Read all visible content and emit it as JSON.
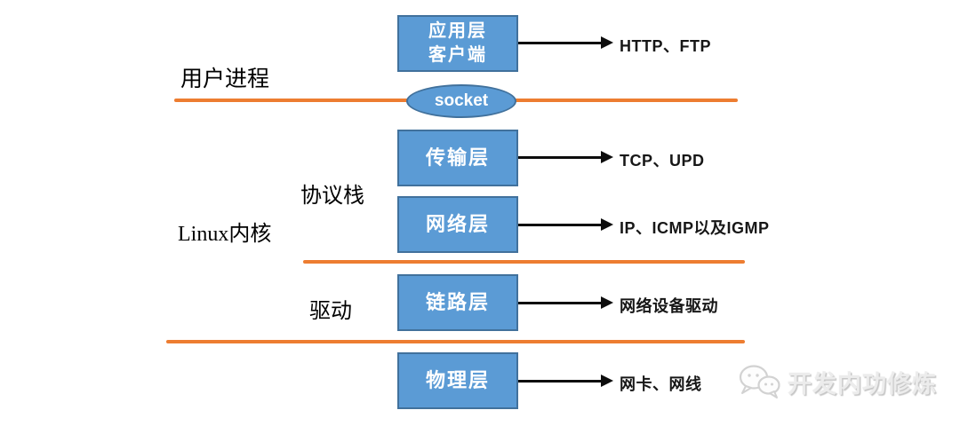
{
  "colors": {
    "box_fill": "#5B9BD5",
    "box_border": "#41719C",
    "divider_orange": "#ED7D31",
    "arrow_black": "#0d0d0d",
    "watermark_gray": "#ececec"
  },
  "left_labels": {
    "user_process": "用户进程",
    "protocol_stack": "协议栈",
    "linux_kernel": "Linux内核",
    "driver": "驱动"
  },
  "socket": {
    "label": "socket"
  },
  "layers": [
    {
      "name": "application-layer",
      "line1": "应用层",
      "line2": "客户端",
      "target": "HTTP、FTP"
    },
    {
      "name": "transport-layer",
      "line1": "传输层",
      "target": "TCP、UPD"
    },
    {
      "name": "network-layer",
      "line1": "网络层",
      "target": "IP、ICMP以及IGMP"
    },
    {
      "name": "link-layer",
      "line1": "链路层",
      "target": "网络设备驱动"
    },
    {
      "name": "physical-layer",
      "line1": "物理层",
      "target": "网卡、网线"
    }
  ],
  "watermark": {
    "icon": "wechat-chat-bubbles-icon",
    "text": "开发内功修炼"
  }
}
